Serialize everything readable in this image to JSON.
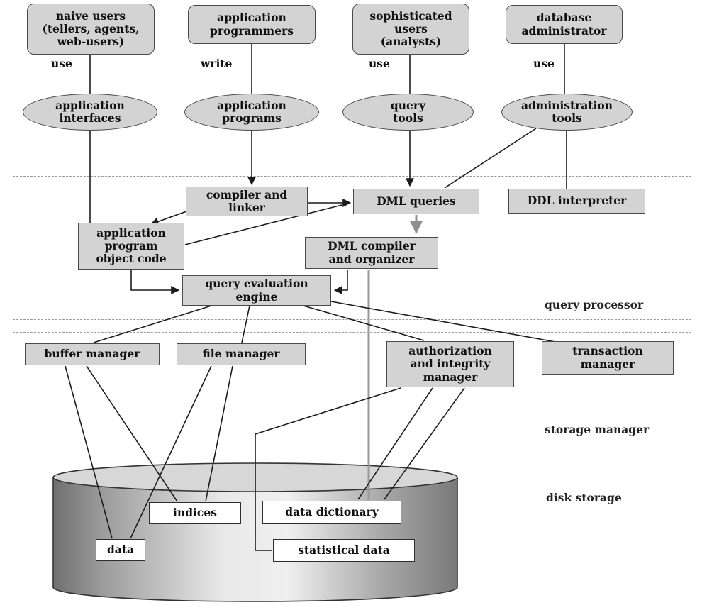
{
  "palette": {
    "node_fill": "#d3d3d3",
    "node_border": "#4a4a4a",
    "white_fill": "#ffffff",
    "black_line": "#1c1c1c",
    "gray_line": "#9a9a9a",
    "dashed_border": "#9a9a9a"
  },
  "actors": [
    {
      "label": "naive users\n(tellers, agents,\nweb-users)",
      "verb": "use"
    },
    {
      "label": "application\nprogrammers",
      "verb": "write"
    },
    {
      "label": "sophisticated\nusers\n(analysts)",
      "verb": "use"
    },
    {
      "label": "database\nadministrator",
      "verb": "use"
    }
  ],
  "interfaces": [
    {
      "label": "application\ninterfaces"
    },
    {
      "label": "application\nprograms"
    },
    {
      "label": "query\ntools"
    },
    {
      "label": "administration\ntools"
    }
  ],
  "query_processor": {
    "region_label": "query processor",
    "compiler_linker": "compiler and\nlinker",
    "dml_queries": "DML queries",
    "ddl_interpreter": "DDL interpreter",
    "app_program_object_code": "application\nprogram\nobject code",
    "dml_compiler_organizer": "DML compiler\nand organizer",
    "query_evaluation_engine": "query evaluation\nengine"
  },
  "storage_manager": {
    "region_label": "storage manager",
    "buffer_manager": "buffer manager",
    "file_manager": "file manager",
    "auth_integrity_manager": "authorization\nand integrity\nmanager",
    "transaction_manager": "transaction\nmanager"
  },
  "disk_storage": {
    "region_label": "disk storage",
    "indices": "indices",
    "data_dictionary": "data dictionary",
    "data": "data",
    "statistical_data": "statistical data"
  }
}
